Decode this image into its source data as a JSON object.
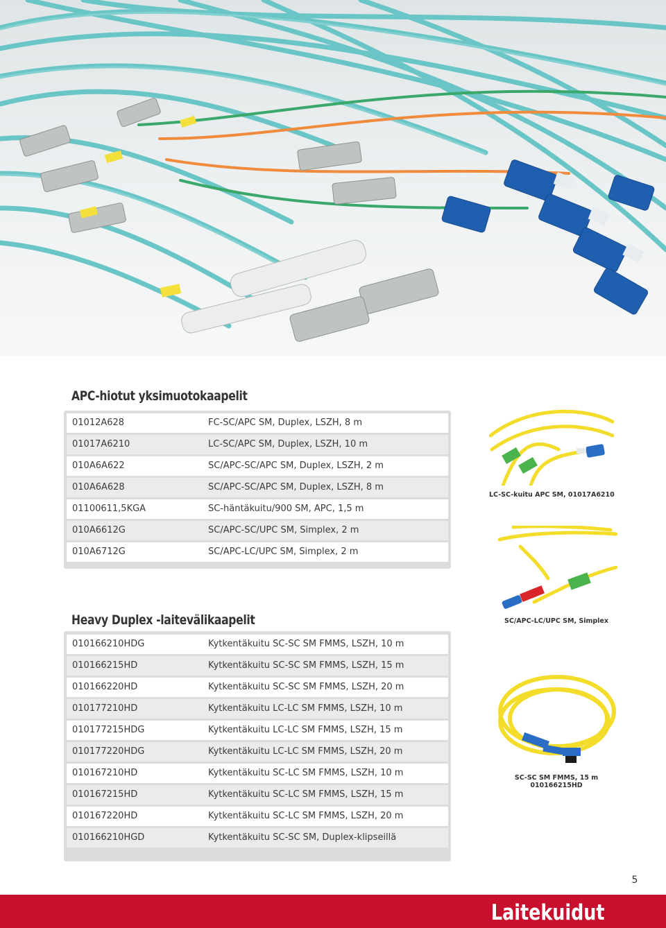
{
  "sections": [
    {
      "title": "APC-hiotut yksimuotokaapelit",
      "rows": [
        {
          "code": "01012A628",
          "desc": "FC-SC/APC SM, Duplex, LSZH, 8 m"
        },
        {
          "code": "01017A6210",
          "desc": "LC-SC/APC SM, Duplex, LSZH, 10 m"
        },
        {
          "code": "010A6A622",
          "desc": "SC/APC-SC/APC SM, Duplex, LSZH, 2 m"
        },
        {
          "code": "010A6A628",
          "desc": "SC/APC-SC/APC SM, Duplex, LSZH, 8 m"
        },
        {
          "code": "01100611,5KGA",
          "desc": "SC-häntäkuitu/900 SM, APC, 1,5 m"
        },
        {
          "code": "010A6612G",
          "desc": "SC/APC-SC/UPC SM, Simplex, 2 m"
        },
        {
          "code": "010A6712G",
          "desc": "SC/APC-LC/UPC SM, Simplex, 2 m"
        }
      ]
    },
    {
      "title": "Heavy Duplex -laitevälikaapelit",
      "rows": [
        {
          "code": "010166210HDG",
          "desc": "Kytkentäkuitu SC-SC SM FMMS, LSZH, 10 m"
        },
        {
          "code": "010166215HD",
          "desc": "Kytkentäkuitu SC-SC SM FMMS, LSZH, 15 m"
        },
        {
          "code": "010166220HD",
          "desc": "Kytkentäkuitu SC-SC SM FMMS, LSZH, 20 m"
        },
        {
          "code": "010177210HD",
          "desc": "Kytkentäkuitu LC-LC SM FMMS, LSZH, 10 m"
        },
        {
          "code": "010177215HDG",
          "desc": "Kytkentäkuitu LC-LC SM FMMS, LSZH, 15 m"
        },
        {
          "code": "010177220HDG",
          "desc": "Kytkentäkuitu LC-LC SM FMMS, LSZH, 20 m"
        },
        {
          "code": "010167210HD",
          "desc": "Kytkentäkuitu SC-LC SM FMMS, LSZH, 10 m"
        },
        {
          "code": "010167215HD",
          "desc": "Kytkentäkuitu SC-LC SM FMMS, LSZH, 15 m"
        },
        {
          "code": "010167220HD",
          "desc": "Kytkentäkuitu SC-LC SM FMMS, LSZH, 20 m"
        },
        {
          "code": "010166210HGD",
          "desc": "Kytkentäkuitu SC-SC SM, Duplex-klipseillä"
        }
      ]
    }
  ],
  "captions": {
    "photo1": "LC-SC-kuitu APC SM, 01017A6210",
    "photo2": "SC/APC-LC/UPC SM, Simplex",
    "photo3_line1": "SC-SC SM FMMS, 15 m",
    "photo3_line2": "010166215HD"
  },
  "page_number": "5",
  "footer_title": "Laitekuidut",
  "colors": {
    "brand_red": "#c8102e",
    "aqua_cable": "#6cc7c9",
    "sc_blue": "#1f5fb0",
    "apc_green": "#4bb34b",
    "yellow_cable": "#f3dc2a"
  }
}
